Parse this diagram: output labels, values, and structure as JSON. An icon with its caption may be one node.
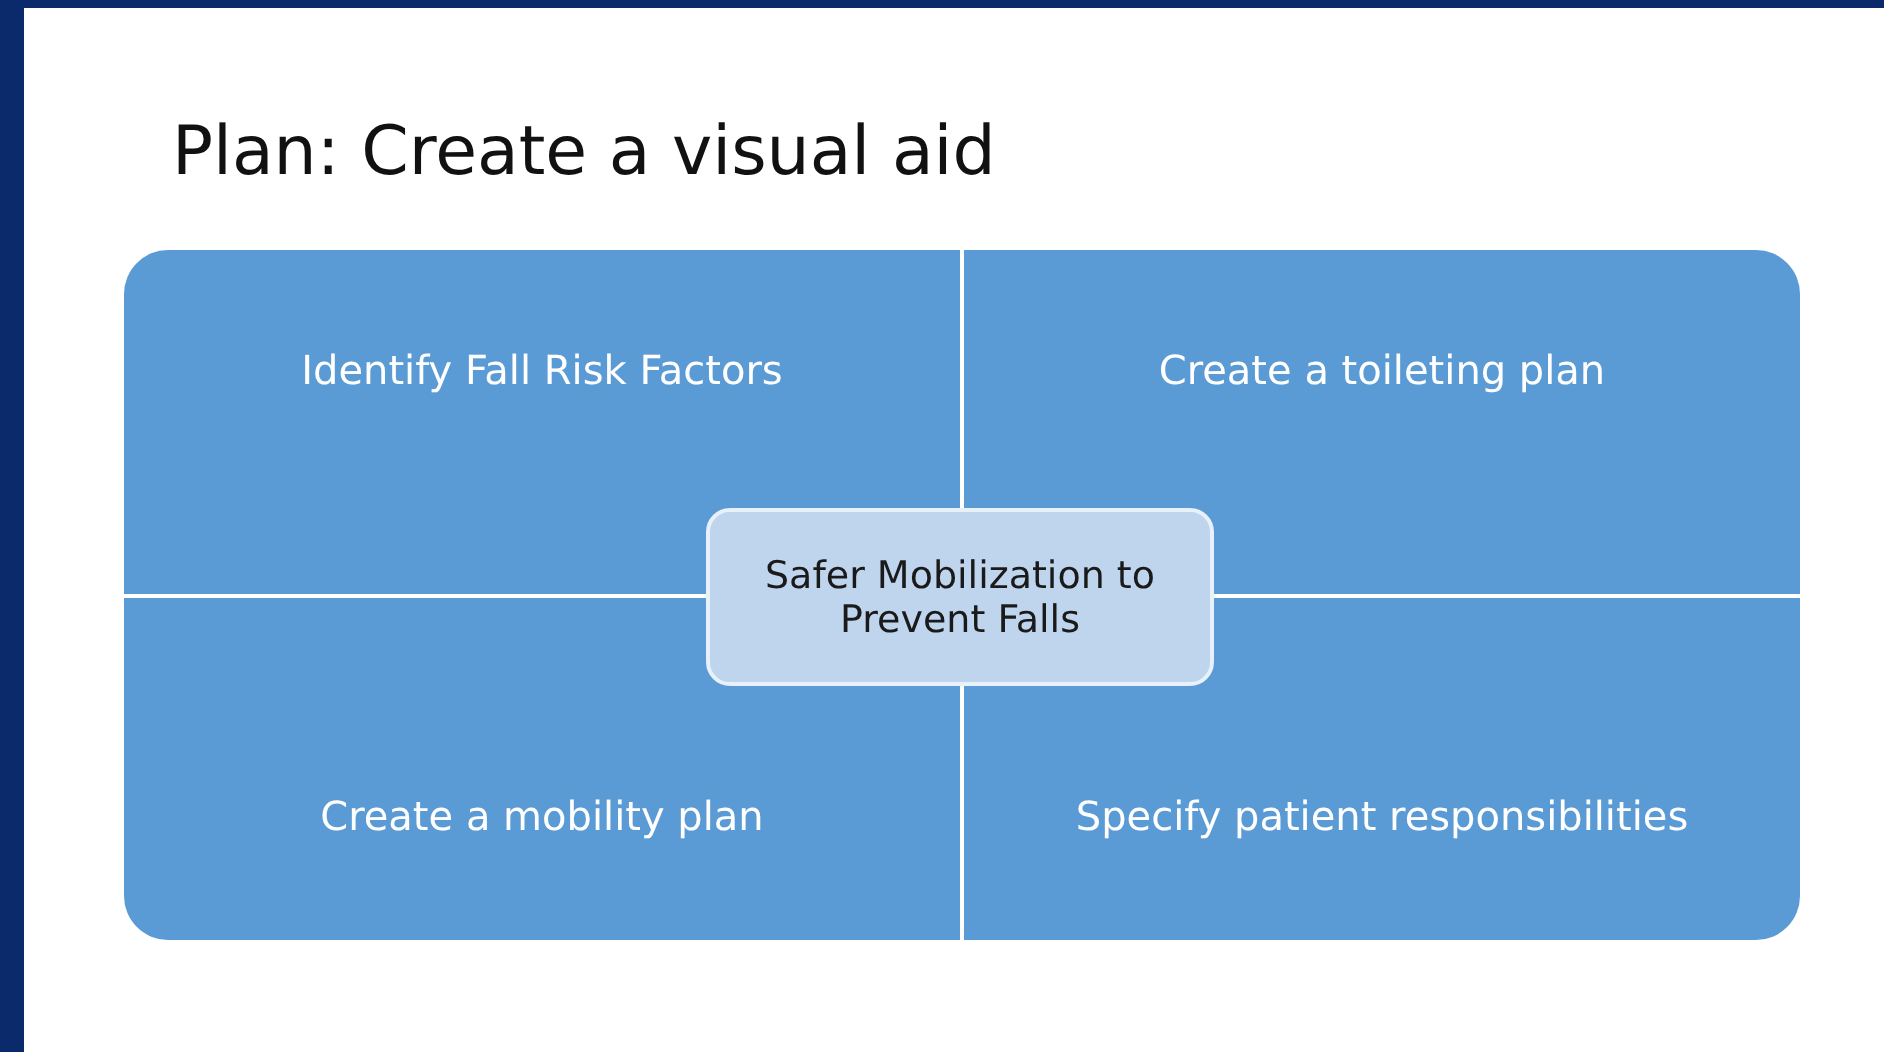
{
  "diagram": {
    "title": "Plan: Create a visual aid",
    "nodes": [
      {
        "text": [
          "Identify Fall Risk Factors"
        ]
      },
      {
        "text": [
          "Create a toileting plan"
        ]
      },
      {
        "text": [
          "Create a mobility plan"
        ]
      },
      {
        "text": [
          "Specify patient responsibilities"
        ]
      },
      {
        "text": [
          "Safer Mobilization to Prevent Falls"
        ]
      }
    ],
    "edges": []
  }
}
